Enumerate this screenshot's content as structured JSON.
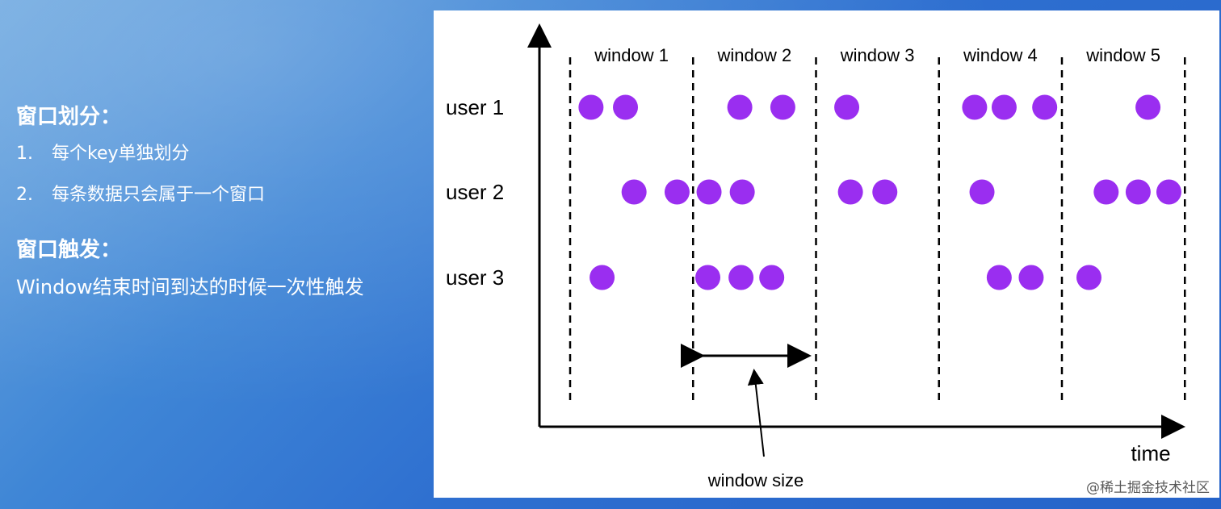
{
  "left": {
    "division_heading": "窗口划分：",
    "division_items": [
      {
        "number": "1.",
        "text": "每个key单独划分"
      },
      {
        "number": "2.",
        "text": "每条数据只会属于一个窗口"
      }
    ],
    "trigger_heading": "窗口触发：",
    "trigger_text": "Window结束时间到达的时候一次性触发"
  },
  "diagram": {
    "windows": [
      "window 1",
      "window 2",
      "window 3",
      "window 4",
      "window 5"
    ],
    "rows": [
      {
        "label": "user 1",
        "event_times": [
          0.17,
          0.45,
          1.38,
          1.73,
          2.25,
          3.29,
          3.53,
          3.86,
          4.7
        ]
      },
      {
        "label": "user 2",
        "event_times": [
          0.52,
          0.87,
          1.13,
          1.4,
          2.28,
          2.56,
          3.35,
          4.36,
          4.62,
          4.87
        ]
      },
      {
        "label": "user 3",
        "event_times": [
          0.26,
          1.12,
          1.39,
          1.64,
          3.49,
          3.75,
          4.22
        ]
      }
    ],
    "x_axis_label": "time",
    "annotation": "window size",
    "dot_color": "#9a2ef0"
  },
  "footer": "@稀土掘金技术社区"
}
